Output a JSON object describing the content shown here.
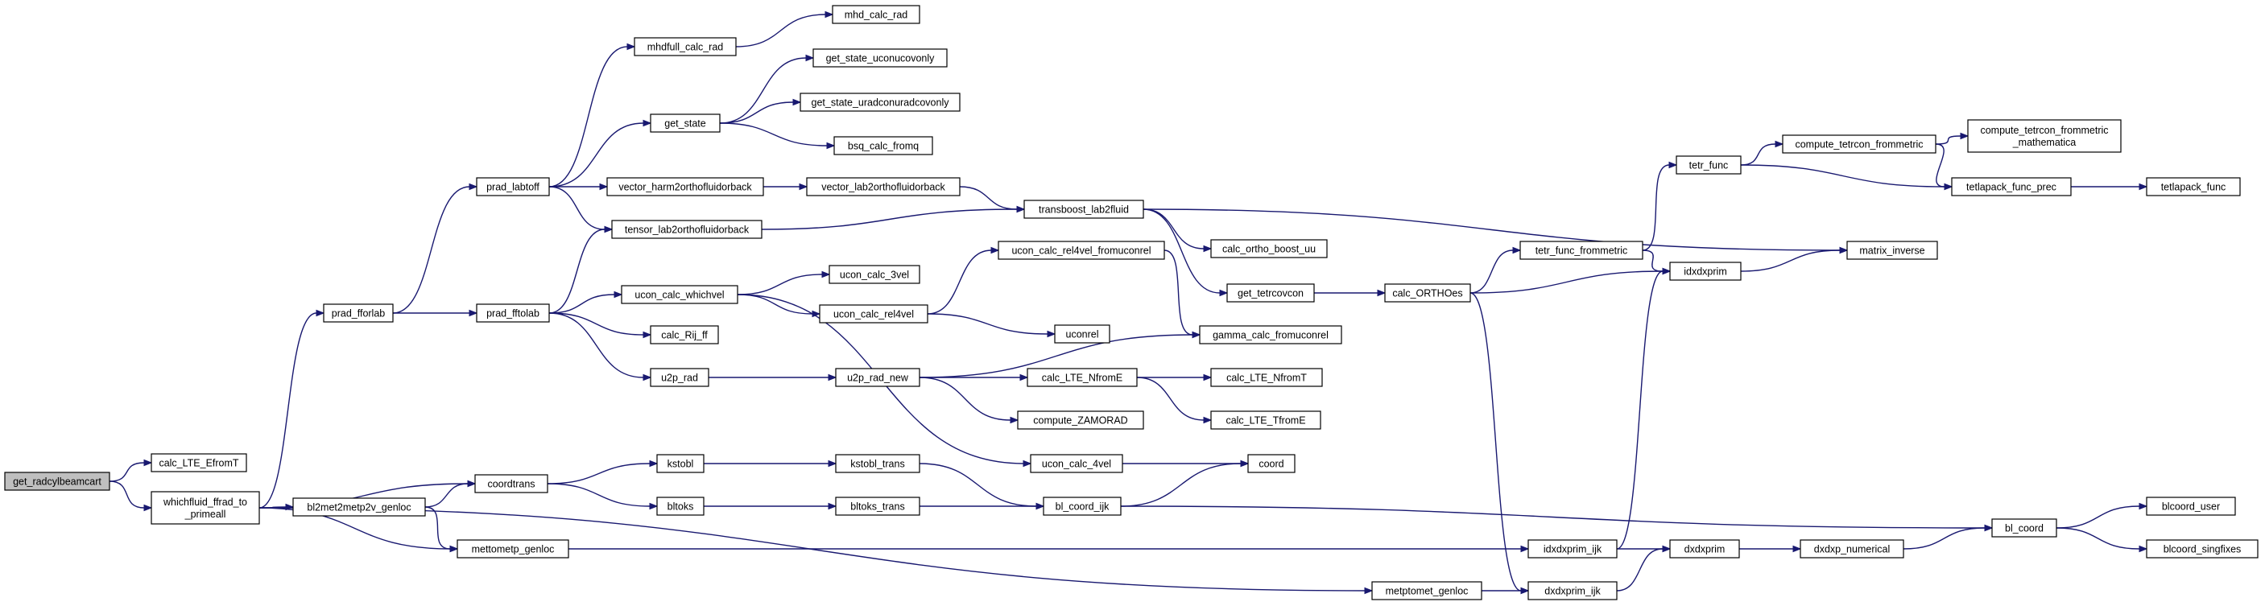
{
  "colors": {
    "edge": "#191970",
    "root_fill": "#bfbfbf",
    "node_fill": "#ffffff",
    "node_border": "#000000"
  },
  "nodes": [
    {
      "id": "get_radcylbeamcart",
      "label": "get_radcylbeamcart",
      "root": true
    },
    {
      "id": "calc_LTE_EfromT",
      "label": "calc_LTE_EfromT"
    },
    {
      "id": "whichfluid_ffrad",
      "label": "whichfluid_ffrad_to\n_primeall"
    },
    {
      "id": "prad_fforlab",
      "label": "prad_fforlab"
    },
    {
      "id": "coordtrans",
      "label": "coordtrans"
    },
    {
      "id": "bl2met2metp2v_genloc",
      "label": "bl2met2metp2v_genloc"
    },
    {
      "id": "mettometp_genloc",
      "label": "mettometp_genloc"
    },
    {
      "id": "prad_labtoff",
      "label": "prad_labtoff"
    },
    {
      "id": "prad_fftolab",
      "label": "prad_fftolab"
    },
    {
      "id": "mhdfull_calc_rad",
      "label": "mhdfull_calc_rad"
    },
    {
      "id": "mhd_calc_rad",
      "label": "mhd_calc_rad"
    },
    {
      "id": "get_state",
      "label": "get_state"
    },
    {
      "id": "get_state_uconucovonly",
      "label": "get_state_uconucovonly"
    },
    {
      "id": "get_state_uradconuradcovonly",
      "label": "get_state_uradconuradcovonly"
    },
    {
      "id": "bsq_calc_fromq",
      "label": "bsq_calc_fromq"
    },
    {
      "id": "vector_harm2orthofluidorback",
      "label": "vector_harm2orthofluidorback"
    },
    {
      "id": "vector_lab2orthofluidorback",
      "label": "vector_lab2orthofluidorback"
    },
    {
      "id": "tensor_lab2orthofluidorback",
      "label": "tensor_lab2orthofluidorback"
    },
    {
      "id": "transboost_lab2fluid",
      "label": "transboost_lab2fluid"
    },
    {
      "id": "calc_ortho_boost_uu",
      "label": "calc_ortho_boost_uu"
    },
    {
      "id": "get_tetrcovcon",
      "label": "get_tetrcovcon"
    },
    {
      "id": "calc_ORTHOes",
      "label": "calc_ORTHOes"
    },
    {
      "id": "ucon_calc_whichvel",
      "label": "ucon_calc_whichvel"
    },
    {
      "id": "ucon_calc_3vel",
      "label": "ucon_calc_3vel"
    },
    {
      "id": "ucon_calc_rel4vel",
      "label": "ucon_calc_rel4vel"
    },
    {
      "id": "ucon_calc_rel4vel_fromuconrel",
      "label": "ucon_calc_rel4vel_fromuconrel"
    },
    {
      "id": "uconrel",
      "label": "uconrel"
    },
    {
      "id": "gamma_calc_fromuconrel",
      "label": "gamma_calc_fromuconrel"
    },
    {
      "id": "calc_Rij_ff",
      "label": "calc_Rij_ff"
    },
    {
      "id": "u2p_rad",
      "label": "u2p_rad"
    },
    {
      "id": "u2p_rad_new",
      "label": "u2p_rad_new"
    },
    {
      "id": "calc_LTE_NfromE",
      "label": "calc_LTE_NfromE"
    },
    {
      "id": "calc_LTE_NfromT",
      "label": "calc_LTE_NfromT"
    },
    {
      "id": "calc_LTE_TfromE",
      "label": "calc_LTE_TfromE"
    },
    {
      "id": "compute_ZAMORAD",
      "label": "compute_ZAMORAD"
    },
    {
      "id": "ucon_calc_4vel",
      "label": "ucon_calc_4vel"
    },
    {
      "id": "coord",
      "label": "coord"
    },
    {
      "id": "kstobl",
      "label": "kstobl"
    },
    {
      "id": "kstobl_trans",
      "label": "kstobl_trans"
    },
    {
      "id": "bltoks",
      "label": "bltoks"
    },
    {
      "id": "bltoks_trans",
      "label": "bltoks_trans"
    },
    {
      "id": "bl_coord_ijk",
      "label": "bl_coord_ijk"
    },
    {
      "id": "tetr_func",
      "label": "tetr_func"
    },
    {
      "id": "compute_tetrcon_frommetric",
      "label": "compute_tetrcon_frommetric"
    },
    {
      "id": "compute_tetrcon_frommetric_mathematica",
      "label": "compute_tetrcon_frommetric\n_mathematica"
    },
    {
      "id": "tetlapack_func_prec",
      "label": "tetlapack_func_prec"
    },
    {
      "id": "tetlapack_func",
      "label": "tetlapack_func"
    },
    {
      "id": "tetr_func_frommetric",
      "label": "tetr_func_frommetric"
    },
    {
      "id": "idxdxprim",
      "label": "idxdxprim"
    },
    {
      "id": "matrix_inverse",
      "label": "matrix_inverse"
    },
    {
      "id": "idxdxprim_ijk",
      "label": "idxdxprim_ijk"
    },
    {
      "id": "dxdxprim",
      "label": "dxdxprim"
    },
    {
      "id": "dxdxp_numerical",
      "label": "dxdxp_numerical"
    },
    {
      "id": "bl_coord",
      "label": "bl_coord"
    },
    {
      "id": "blcoord_user",
      "label": "blcoord_user"
    },
    {
      "id": "blcoord_singfixes",
      "label": "blcoord_singfixes"
    },
    {
      "id": "metptomet_genloc",
      "label": "metptomet_genloc"
    },
    {
      "id": "dxdxprim_ijk",
      "label": "dxdxprim_ijk"
    }
  ],
  "edges": [
    [
      "get_radcylbeamcart",
      "calc_LTE_EfromT"
    ],
    [
      "get_radcylbeamcart",
      "whichfluid_ffrad"
    ],
    [
      "whichfluid_ffrad",
      "prad_fforlab"
    ],
    [
      "whichfluid_ffrad",
      "coordtrans"
    ],
    [
      "whichfluid_ffrad",
      "bl2met2metp2v_genloc"
    ],
    [
      "whichfluid_ffrad",
      "mettometp_genloc"
    ],
    [
      "whichfluid_ffrad",
      "metptomet_genloc"
    ],
    [
      "prad_fforlab",
      "prad_labtoff"
    ],
    [
      "prad_fforlab",
      "prad_fftolab"
    ],
    [
      "prad_labtoff",
      "mhdfull_calc_rad"
    ],
    [
      "prad_labtoff",
      "get_state"
    ],
    [
      "prad_labtoff",
      "vector_harm2orthofluidorback"
    ],
    [
      "prad_labtoff",
      "tensor_lab2orthofluidorback"
    ],
    [
      "mhdfull_calc_rad",
      "mhd_calc_rad"
    ],
    [
      "get_state",
      "get_state_uconucovonly"
    ],
    [
      "get_state",
      "get_state_uradconuradcovonly"
    ],
    [
      "get_state",
      "bsq_calc_fromq"
    ],
    [
      "vector_harm2orthofluidorback",
      "vector_lab2orthofluidorback"
    ],
    [
      "vector_lab2orthofluidorback",
      "transboost_lab2fluid"
    ],
    [
      "tensor_lab2orthofluidorback",
      "transboost_lab2fluid"
    ],
    [
      "transboost_lab2fluid",
      "calc_ortho_boost_uu"
    ],
    [
      "transboost_lab2fluid",
      "get_tetrcovcon"
    ],
    [
      "transboost_lab2fluid",
      "matrix_inverse"
    ],
    [
      "get_tetrcovcon",
      "calc_ORTHOes"
    ],
    [
      "calc_ORTHOes",
      "tetr_func_frommetric"
    ],
    [
      "calc_ORTHOes",
      "idxdxprim"
    ],
    [
      "calc_ORTHOes",
      "dxdxprim_ijk"
    ],
    [
      "tetr_func_frommetric",
      "tetr_func"
    ],
    [
      "tetr_func_frommetric",
      "idxdxprim"
    ],
    [
      "tetr_func",
      "compute_tetrcon_frommetric"
    ],
    [
      "tetr_func",
      "tetlapack_func_prec"
    ],
    [
      "compute_tetrcon_frommetric",
      "compute_tetrcon_frommetric_mathematica"
    ],
    [
      "compute_tetrcon_frommetric",
      "tetlapack_func_prec"
    ],
    [
      "tetlapack_func_prec",
      "tetlapack_func"
    ],
    [
      "idxdxprim",
      "matrix_inverse"
    ],
    [
      "prad_fftolab",
      "tensor_lab2orthofluidorback"
    ],
    [
      "prad_fftolab",
      "ucon_calc_whichvel"
    ],
    [
      "prad_fftolab",
      "calc_Rij_ff"
    ],
    [
      "prad_fftolab",
      "u2p_rad"
    ],
    [
      "ucon_calc_whichvel",
      "ucon_calc_3vel"
    ],
    [
      "ucon_calc_whichvel",
      "ucon_calc_rel4vel"
    ],
    [
      "ucon_calc_whichvel",
      "ucon_calc_4vel"
    ],
    [
      "ucon_calc_rel4vel",
      "ucon_calc_rel4vel_fromuconrel"
    ],
    [
      "ucon_calc_rel4vel",
      "uconrel"
    ],
    [
      "ucon_calc_rel4vel_fromuconrel",
      "gamma_calc_fromuconrel"
    ],
    [
      "u2p_rad",
      "u2p_rad_new"
    ],
    [
      "u2p_rad_new",
      "gamma_calc_fromuconrel"
    ],
    [
      "u2p_rad_new",
      "calc_LTE_NfromE"
    ],
    [
      "u2p_rad_new",
      "compute_ZAMORAD"
    ],
    [
      "calc_LTE_NfromE",
      "calc_LTE_NfromT"
    ],
    [
      "calc_LTE_NfromE",
      "calc_LTE_TfromE"
    ],
    [
      "ucon_calc_4vel",
      "coord"
    ],
    [
      "coordtrans",
      "kstobl"
    ],
    [
      "coordtrans",
      "bltoks"
    ],
    [
      "kstobl",
      "kstobl_trans"
    ],
    [
      "bltoks",
      "bltoks_trans"
    ],
    [
      "kstobl_trans",
      "bl_coord_ijk"
    ],
    [
      "bltoks_trans",
      "bl_coord_ijk"
    ],
    [
      "bl_coord_ijk",
      "coord"
    ],
    [
      "bl_coord_ijk",
      "bl_coord"
    ],
    [
      "bl2met2metp2v_genloc",
      "coordtrans"
    ],
    [
      "bl2met2metp2v_genloc",
      "mettometp_genloc"
    ],
    [
      "mettometp_genloc",
      "idxdxprim_ijk"
    ],
    [
      "idxdxprim_ijk",
      "idxdxprim"
    ],
    [
      "idxdxprim_ijk",
      "dxdxprim"
    ],
    [
      "dxdxprim",
      "dxdxp_numerical"
    ],
    [
      "dxdxp_numerical",
      "bl_coord"
    ],
    [
      "bl_coord",
      "blcoord_user"
    ],
    [
      "bl_coord",
      "blcoord_singfixes"
    ],
    [
      "metptomet_genloc",
      "dxdxprim_ijk"
    ],
    [
      "dxdxprim_ijk",
      "dxdxprim"
    ]
  ]
}
